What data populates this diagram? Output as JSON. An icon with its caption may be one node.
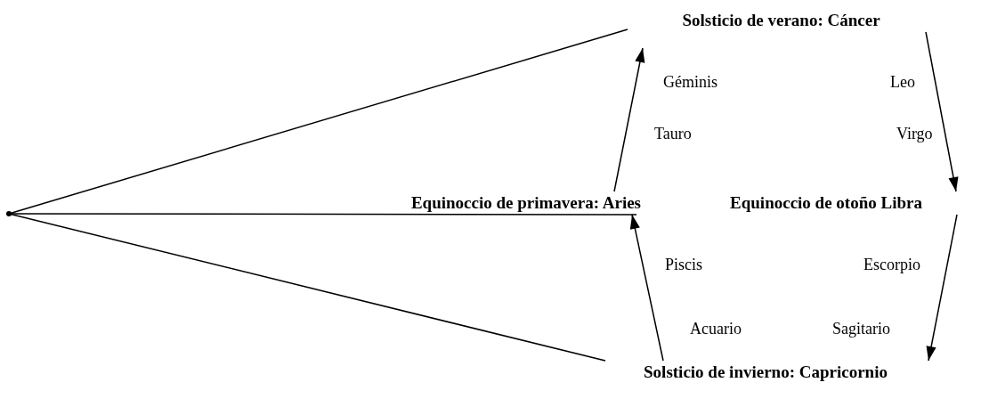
{
  "diagram": {
    "nodes": [
      {
        "text": [
          "Solsticio de verano: Cáncer"
        ]
      },
      {
        "text": [
          "Equinoccio de primavera: Aries"
        ]
      },
      {
        "text": [
          "Equinoccio de otoño Libra"
        ]
      },
      {
        "text": [
          "Solsticio de invierno: Capricornio"
        ]
      },
      {
        "text": [],
        "shape": "point"
      }
    ],
    "edges": [
      {
        "from": 4,
        "to": 0,
        "arrow": "none"
      },
      {
        "from": 4,
        "to": 1,
        "arrow": "none"
      },
      {
        "from": 4,
        "to": 3,
        "arrow": "none"
      },
      {
        "from": 1,
        "to": 0,
        "arrow": "to"
      },
      {
        "from": 0,
        "to": 2,
        "arrow": "to"
      },
      {
        "from": 2,
        "to": 3,
        "arrow": "to"
      },
      {
        "from": 3,
        "to": 1,
        "arrow": "to"
      }
    ],
    "labels": [
      "Géminis",
      "Leo",
      "Tauro",
      "Virgo",
      "Piscis",
      "Escorpio",
      "Acuario",
      "Sagitario"
    ]
  }
}
